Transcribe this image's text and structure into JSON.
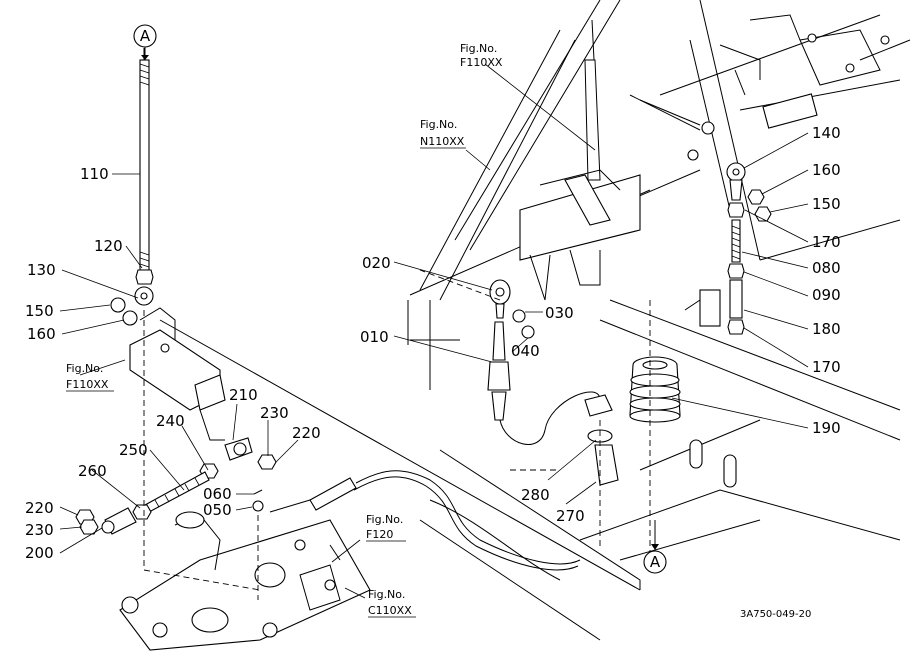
{
  "diagram": {
    "drawing_code": "3A750-049-20",
    "connector_label": "A",
    "part_numbers": [
      {
        "id": "p010",
        "text": "010"
      },
      {
        "id": "p020",
        "text": "020"
      },
      {
        "id": "p030",
        "text": "030"
      },
      {
        "id": "p040",
        "text": "040"
      },
      {
        "id": "p050",
        "text": "050"
      },
      {
        "id": "p060",
        "text": "060"
      },
      {
        "id": "p080",
        "text": "080"
      },
      {
        "id": "p090",
        "text": "090"
      },
      {
        "id": "p110",
        "text": "110"
      },
      {
        "id": "p120",
        "text": "120"
      },
      {
        "id": "p130",
        "text": "130"
      },
      {
        "id": "p140",
        "text": "140"
      },
      {
        "id": "p150a",
        "text": "150"
      },
      {
        "id": "p150b",
        "text": "150"
      },
      {
        "id": "p160a",
        "text": "160"
      },
      {
        "id": "p160b",
        "text": "160"
      },
      {
        "id": "p170a",
        "text": "170"
      },
      {
        "id": "p170b",
        "text": "170"
      },
      {
        "id": "p180",
        "text": "180"
      },
      {
        "id": "p190",
        "text": "190"
      },
      {
        "id": "p200",
        "text": "200"
      },
      {
        "id": "p210",
        "text": "210"
      },
      {
        "id": "p220a",
        "text": "220"
      },
      {
        "id": "p220b",
        "text": "220"
      },
      {
        "id": "p230a",
        "text": "230"
      },
      {
        "id": "p230b",
        "text": "230"
      },
      {
        "id": "p240",
        "text": "240"
      },
      {
        "id": "p250",
        "text": "250"
      },
      {
        "id": "p260",
        "text": "260"
      },
      {
        "id": "p270",
        "text": "270"
      },
      {
        "id": "p280",
        "text": "280"
      }
    ],
    "fig_refs": [
      {
        "id": "f1",
        "line1": "Fig.No.",
        "line2": "F110XX"
      },
      {
        "id": "f2",
        "line1": "Fig.No.",
        "line2": "N110XX"
      },
      {
        "id": "f3",
        "line1": "Fig.No.",
        "line2": "F110XX"
      },
      {
        "id": "f4",
        "line1": "Fig.No.",
        "line2": "F120"
      },
      {
        "id": "f5",
        "line1": "Fig.No.",
        "line2": "C110XX"
      }
    ]
  }
}
